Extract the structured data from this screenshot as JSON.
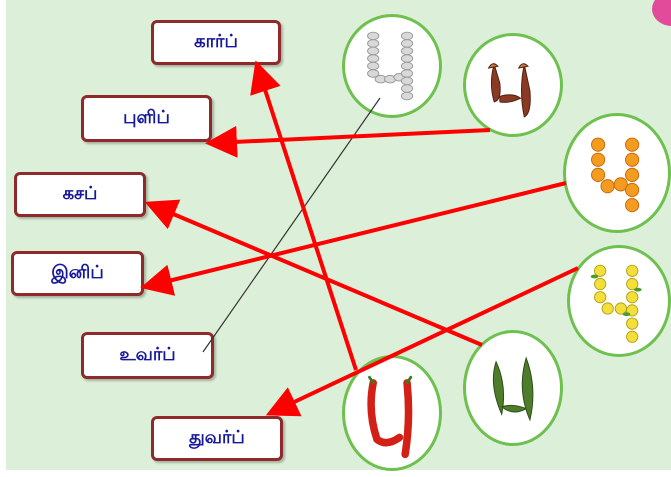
{
  "labels": {
    "kaarp": "கார்ப்",
    "pulip": "புளிப்",
    "kasap": "கசப்",
    "inip": "இனிப்",
    "uvarp": "உவர்ப்",
    "thuvarp": "துவர்ப்"
  },
  "colors": {
    "panel_background": "#dcefd8",
    "label_border": "#8e2a2a",
    "label_text": "#16189a",
    "circle_border": "#6ec04f",
    "arrow": "#ff0000",
    "thin_line": "#333333"
  },
  "pictures": [
    "salt-letter-pu",
    "tamarind-letter-pu",
    "marigold-letter-pu",
    "lemon-letter-pu",
    "bitter-gourd-letter-pu",
    "red-chilli-letter-pu"
  ]
}
